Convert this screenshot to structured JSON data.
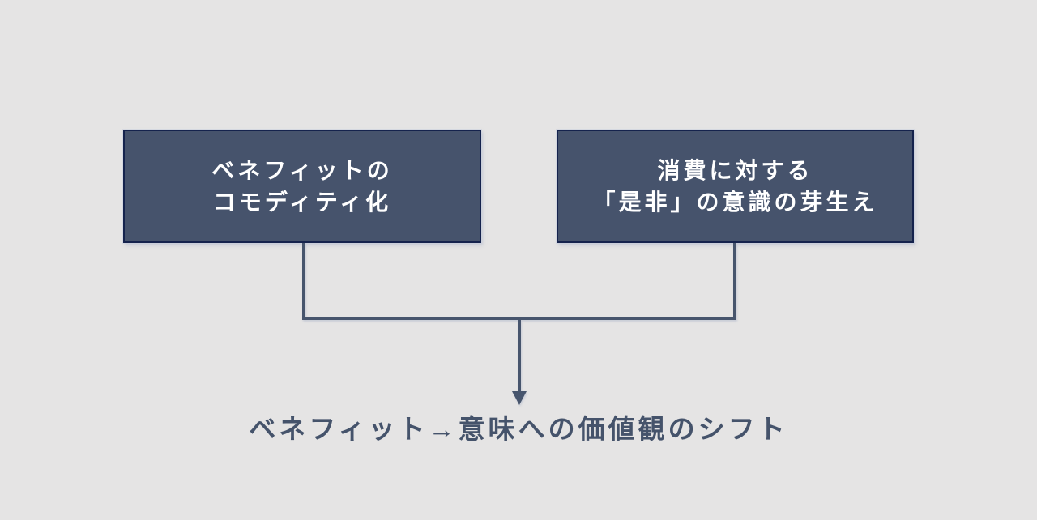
{
  "diagram": {
    "boxes": [
      {
        "name": "benefit-commoditization",
        "lines": [
          "ベネフィットの",
          "コモディティ化"
        ]
      },
      {
        "name": "consumption-ethics-awareness",
        "lines": [
          "消費に対する",
          "「是非」の意識の芽生え"
        ]
      }
    ],
    "conclusion": {
      "text": "ベネフィット→意味への価値観のシフト"
    },
    "colors": {
      "background": "#e5e4e4",
      "box_fill": "#46536c",
      "box_border": "#15234d",
      "box_text": "#ffffff",
      "connector": "#47556d",
      "conclusion_text": "#45536b"
    }
  }
}
